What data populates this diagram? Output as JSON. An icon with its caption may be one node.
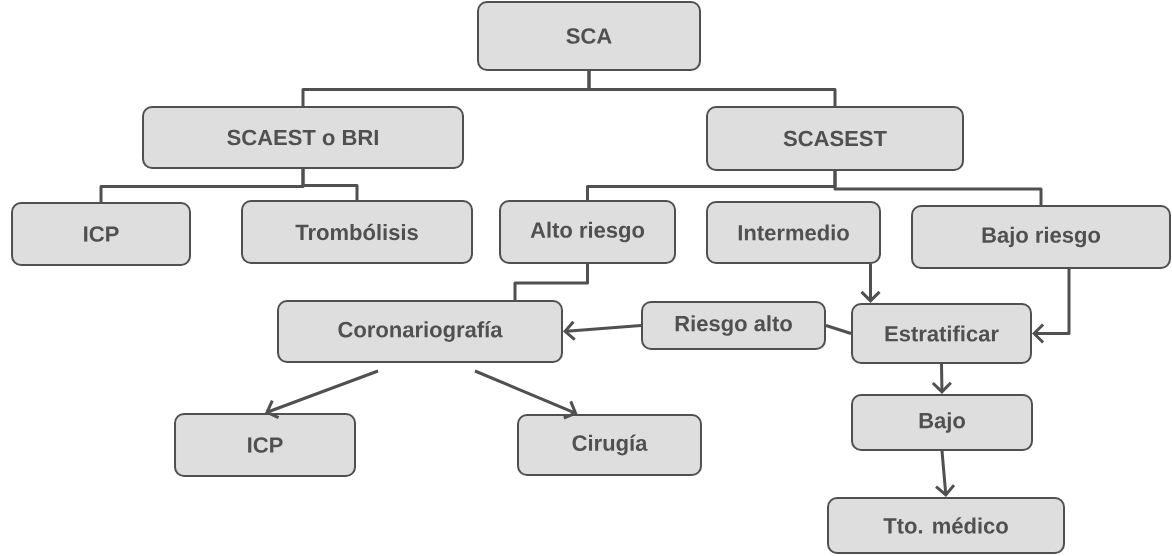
{
  "diagram": {
    "nodes": [
      {
        "text": [
          "SCA"
        ]
      },
      {
        "text": [
          "SCAEST o BRI"
        ]
      },
      {
        "text": [
          "SCASEST"
        ]
      },
      {
        "text": [
          "ICP"
        ]
      },
      {
        "text": [
          "Trombólisis"
        ]
      },
      {
        "text": [
          "Alto riesgo"
        ]
      },
      {
        "text": [
          "Intermedio"
        ]
      },
      {
        "text": [
          "Bajo riesgo"
        ]
      },
      {
        "text": [
          "Coronariografía"
        ]
      },
      {
        "text": [
          "Riesgo alto"
        ]
      },
      {
        "text": [
          "Estratificar"
        ]
      },
      {
        "text": [
          "ICP"
        ]
      },
      {
        "text": [
          "Cirugía"
        ]
      },
      {
        "text": [
          "Bajo"
        ]
      },
      {
        "text": [
          "Tto. médico"
        ]
      }
    ],
    "edges": [
      {
        "from": 0,
        "to": 1,
        "arrow": "none"
      },
      {
        "from": 0,
        "to": 2,
        "arrow": "none"
      },
      {
        "from": 1,
        "to": 3,
        "arrow": "none"
      },
      {
        "from": 1,
        "to": 4,
        "arrow": "none"
      },
      {
        "from": 2,
        "to": 5,
        "arrow": "none"
      },
      {
        "from": 2,
        "to": 7,
        "arrow": "none"
      },
      {
        "from": 5,
        "to": 8,
        "arrow": "none"
      },
      {
        "from": 6,
        "to": 10,
        "arrow": "to"
      },
      {
        "from": 7,
        "to": 10,
        "arrow": "to"
      },
      {
        "from": 10,
        "to": 9,
        "arrow": "none"
      },
      {
        "from": 9,
        "to": 8,
        "arrow": "to"
      },
      {
        "from": 8,
        "to": 11,
        "arrow": "to"
      },
      {
        "from": 8,
        "to": 12,
        "arrow": "to"
      },
      {
        "from": 10,
        "to": 13,
        "arrow": "to"
      },
      {
        "from": 13,
        "to": 14,
        "arrow": "to"
      }
    ]
  }
}
